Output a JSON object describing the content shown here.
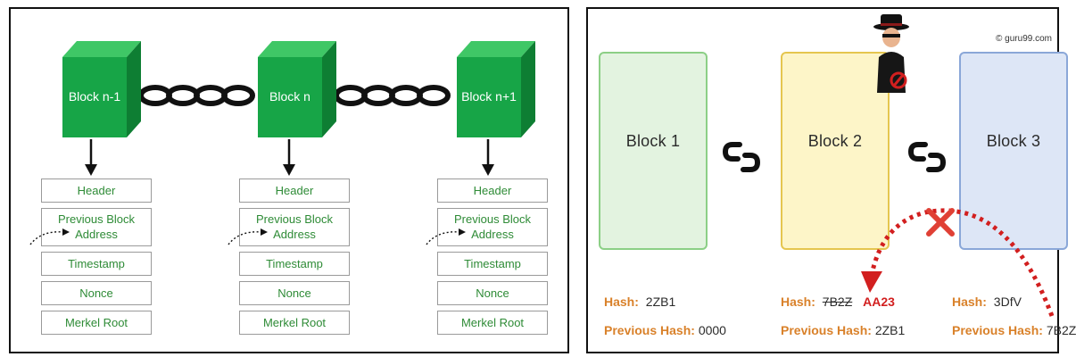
{
  "left": {
    "blocks": [
      {
        "label": "Block n-1",
        "fields": [
          "Header",
          "Previous Block Address",
          "Timestamp",
          "Nonce",
          "Merkel Root"
        ]
      },
      {
        "label": "Block n",
        "fields": [
          "Header",
          "Previous Block Address",
          "Timestamp",
          "Nonce",
          "Merkel Root"
        ]
      },
      {
        "label": "Block n+1",
        "fields": [
          "Header",
          "Previous Block Address",
          "Timestamp",
          "Nonce",
          "Merkel Root"
        ]
      }
    ],
    "colors": {
      "cube_front": "#17a547",
      "cube_top": "#3fc766",
      "cube_side": "#0e7e33",
      "field_text": "#2e8b36"
    }
  },
  "right": {
    "watermark": "© guru99.com",
    "blocks": [
      {
        "label": "Block 1",
        "fill": "#e3f3e0",
        "border": "#8ccf86"
      },
      {
        "label": "Block 2",
        "fill": "#fdf5c8",
        "border": "#e5c64f"
      },
      {
        "label": "Block 3",
        "fill": "#dde6f6",
        "border": "#8aa7d8"
      }
    ],
    "hash_label": "Hash:",
    "prev_hash_label": "Previous Hash:",
    "b1": {
      "hash": "2ZB1",
      "prev": "0000"
    },
    "b2": {
      "hash_old": "7B2Z",
      "hash_new": "AA23",
      "prev": "2ZB1"
    },
    "b3": {
      "hash": "3DfV",
      "prev": "7B2Z"
    },
    "icons": [
      "link-icon",
      "link-icon",
      "hacker-icon",
      "red-x-icon"
    ]
  }
}
